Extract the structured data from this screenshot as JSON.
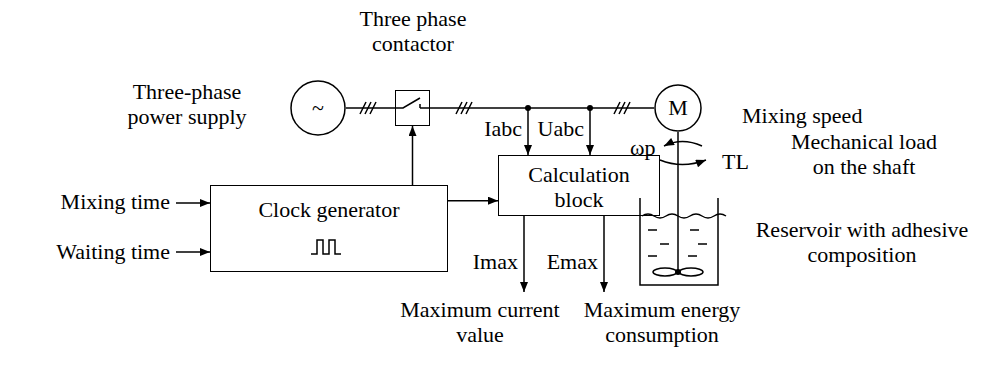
{
  "diagram": {
    "nodes": [
      {
        "text": [
          "~",
          "Three-phase power supply"
        ]
      },
      {
        "text": [
          "Three phase contactor"
        ]
      },
      {
        "text": [
          "M"
        ]
      },
      {
        "text": [
          "Clock generator"
        ]
      },
      {
        "text": [
          "Calculation block"
        ]
      }
    ],
    "edges": [
      {
        "from": 0,
        "to": 1,
        "arrow": "none"
      },
      {
        "from": 1,
        "to": 2,
        "arrow": "none"
      },
      {
        "from": 3,
        "to": 1,
        "arrow": "to"
      },
      {
        "from": 3,
        "to": 4,
        "arrow": "to"
      }
    ],
    "labels": [
      "Mixing time",
      "Waiting time",
      "Iabc",
      "Uabc",
      "Imax",
      "Emax",
      "Maximum current value",
      "Maximum energy consumption",
      "Mixing speed",
      "ωp",
      "TL",
      "Mechanical load on the shaft",
      "Reservoir with adhesive composition"
    ]
  }
}
